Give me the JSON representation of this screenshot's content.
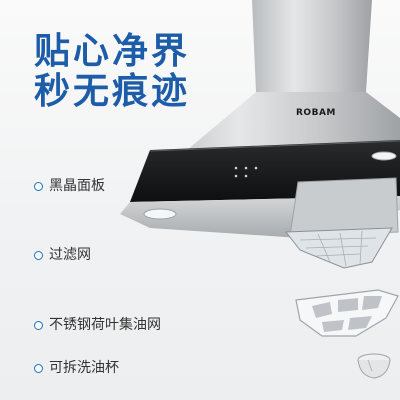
{
  "headline": {
    "line1": "贴心净界",
    "line2": "秒无痕迹"
  },
  "hood": {
    "brand": "ROBAM"
  },
  "features": [
    {
      "label": "黑晶面板"
    },
    {
      "label": "过滤网"
    },
    {
      "label": "不锈钢荷叶集油网"
    },
    {
      "label": "可拆洗油杯"
    }
  ],
  "colors": {
    "headline": "#1d5ca8",
    "dot": "#1d6fc0",
    "text": "#333333"
  }
}
